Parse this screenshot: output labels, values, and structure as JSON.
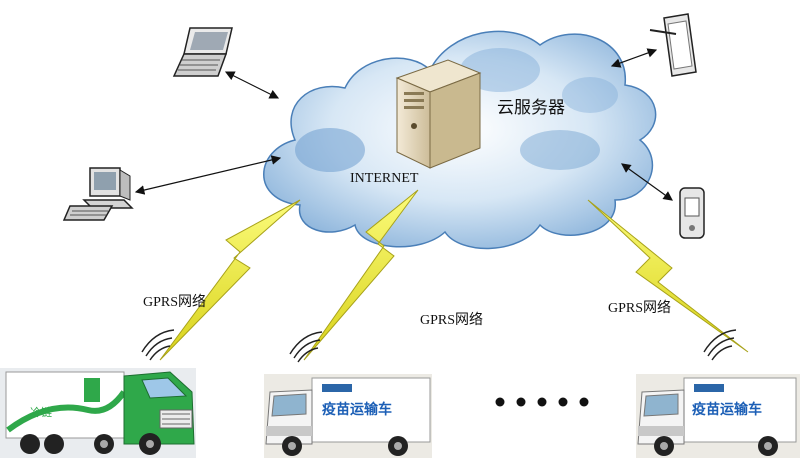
{
  "cloud": {
    "server_label": "云服务器",
    "internet_label": "INTERNET"
  },
  "links": [
    {
      "label": "GPRS网络"
    },
    {
      "label": "GPRS网络"
    },
    {
      "label": "GPRS网络"
    }
  ],
  "vehicles": [
    {
      "kind": "green-refrigerated-truck"
    },
    {
      "kind": "vaccine-truck",
      "side_text": "疫苗运输车"
    },
    {
      "kind": "vaccine-truck",
      "side_text": "疫苗运输车"
    }
  ],
  "devices": [
    "laptop",
    "desktop-pc",
    "tablet",
    "handheld-phone"
  ],
  "colors": {
    "cloud_fill": "#bcd6ec",
    "cloud_edge": "#2b66a8",
    "bolt": "#eaea2a",
    "truck_green": "#2fa84a",
    "vaccine_blue": "#1c5fb6"
  }
}
